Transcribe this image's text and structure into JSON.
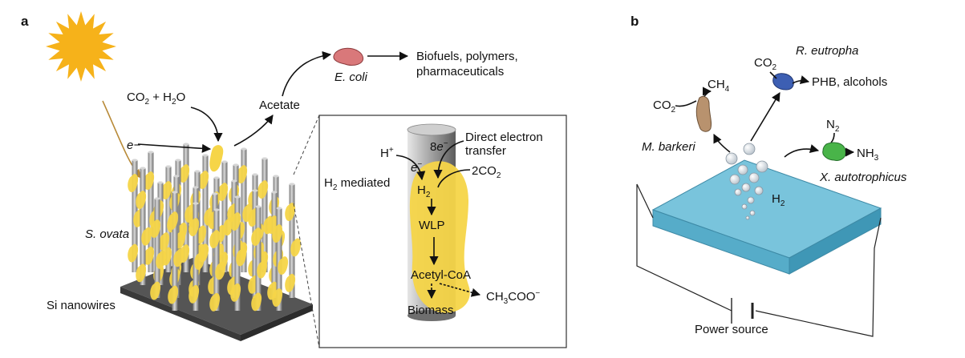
{
  "panel_a": {
    "letter": "a",
    "co2_h2o": "CO2 + H2O",
    "electron": "e−",
    "acetate": "Acetate",
    "ecoli": "E. coli",
    "products_line1": "Biofuels, polymers,",
    "products_line2": "pharmaceuticals",
    "s_ovata": "S. ovata",
    "si_nanowires": "Si nanowires",
    "inset": {
      "eight_e": "8e−",
      "direct_1": "Direct electron",
      "direct_2": "transfer",
      "h_plus": "H+",
      "e_minus": "e−",
      "two_co2": "2CO2",
      "h2_mediated": "H2 mediated",
      "h2": "H2",
      "wlp": "WLP",
      "acetyl_coa": "Acetyl-CoA",
      "ch3coo": "CH3COO−",
      "biomass": "Biomass"
    }
  },
  "panel_b": {
    "letter": "b",
    "r_eutropha": "R. eutropha",
    "co2_top": "CO2",
    "phb": "PHB, alcohols",
    "ch4": "CH4",
    "co2_left": "CO2",
    "m_barkeri": "M. barkeri",
    "n2": "N2",
    "nh3": "NH3",
    "x_autotrophicus": "X. autotrophicus",
    "h2": "H2",
    "power_source": "Power source"
  },
  "colors": {
    "sun": "#f6b21a",
    "bacteria_yellow": "#f6d548",
    "wire_gray": "#a9a9a9",
    "base_gray": "#555555",
    "slab_top": "#79c4dc",
    "slab_side": "#4ea6c4",
    "ecoli": "#d9787a",
    "r_eutropha": "#3d5fb3",
    "m_barkeri": "#b8926e",
    "x_autotrophicus": "#49b449",
    "sun_arrow": "#b88a38"
  },
  "icons": [
    "sun-icon",
    "ecoli-icon",
    "r-eutropha-icon",
    "m-barkeri-icon",
    "x-autotrophicus-icon",
    "battery-icon"
  ]
}
